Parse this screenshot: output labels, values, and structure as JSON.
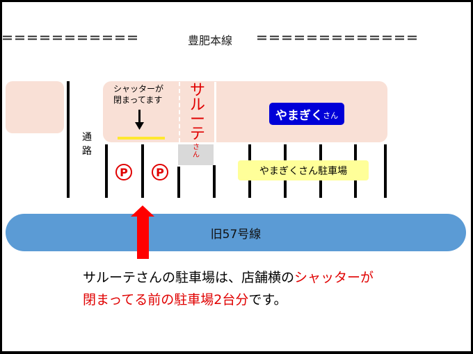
{
  "railway": {
    "dashes_left": "＝＝＝＝＝＝＝＝＝＝＝",
    "label": "豊肥本線",
    "dashes_right": "＝＝＝＝＝＝＝＝＝＝＝＝＝"
  },
  "passage": "通路",
  "shutter_note": {
    "line1": "シャッターが",
    "line2": "閉まってます"
  },
  "salute": {
    "name": "サルーテ",
    "suffix": "さん"
  },
  "yamagiku": {
    "name": "やまぎく",
    "suffix": "さん"
  },
  "parking_symbol": "P",
  "yamagiku_parking": "やまぎくさん駐車場",
  "road": "旧57号線",
  "caption": {
    "line1_black": "サルーテさんの駐車場は、店舗横の",
    "line1_red": "シャッターが",
    "line2_red": "閉まってる前の駐車場2台分",
    "line2_black": "です。"
  },
  "colors": {
    "red": "#e00000",
    "road": "#5b9bd5",
    "building": "#f9e0d6",
    "badge": "#0000d8",
    "label": "#ffff99"
  }
}
